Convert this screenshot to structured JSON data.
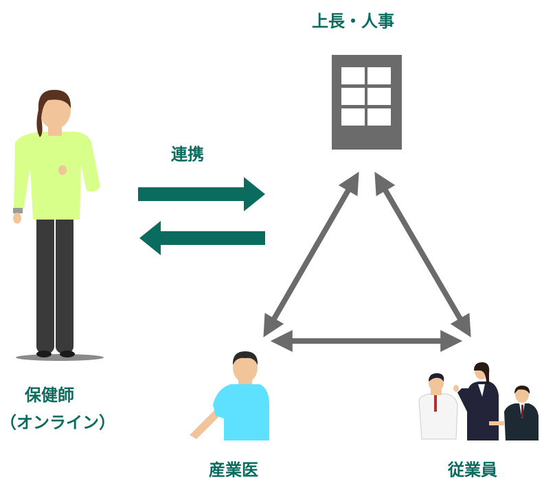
{
  "labels": {
    "boss_hr": "上長・人事",
    "collaboration": "連携",
    "nurse_line1": "保健師",
    "nurse_line2": "（オンライン）",
    "doctor": "産業医",
    "employees": "従業員"
  },
  "colors": {
    "label_text": "#0a6b5f",
    "collab_arrow": "#0a6b5f",
    "triangle_arrow": "#6b6b6b",
    "building": "#6b6b6b",
    "nurse_top": "#d8ff8a",
    "doctor_top": "#5ee0ff"
  },
  "icons": {
    "boss_hr": "office-building-icon",
    "nurse": "nurse-person-icon",
    "doctor": "doctor-person-icon",
    "employees": "employee-group-icon"
  }
}
